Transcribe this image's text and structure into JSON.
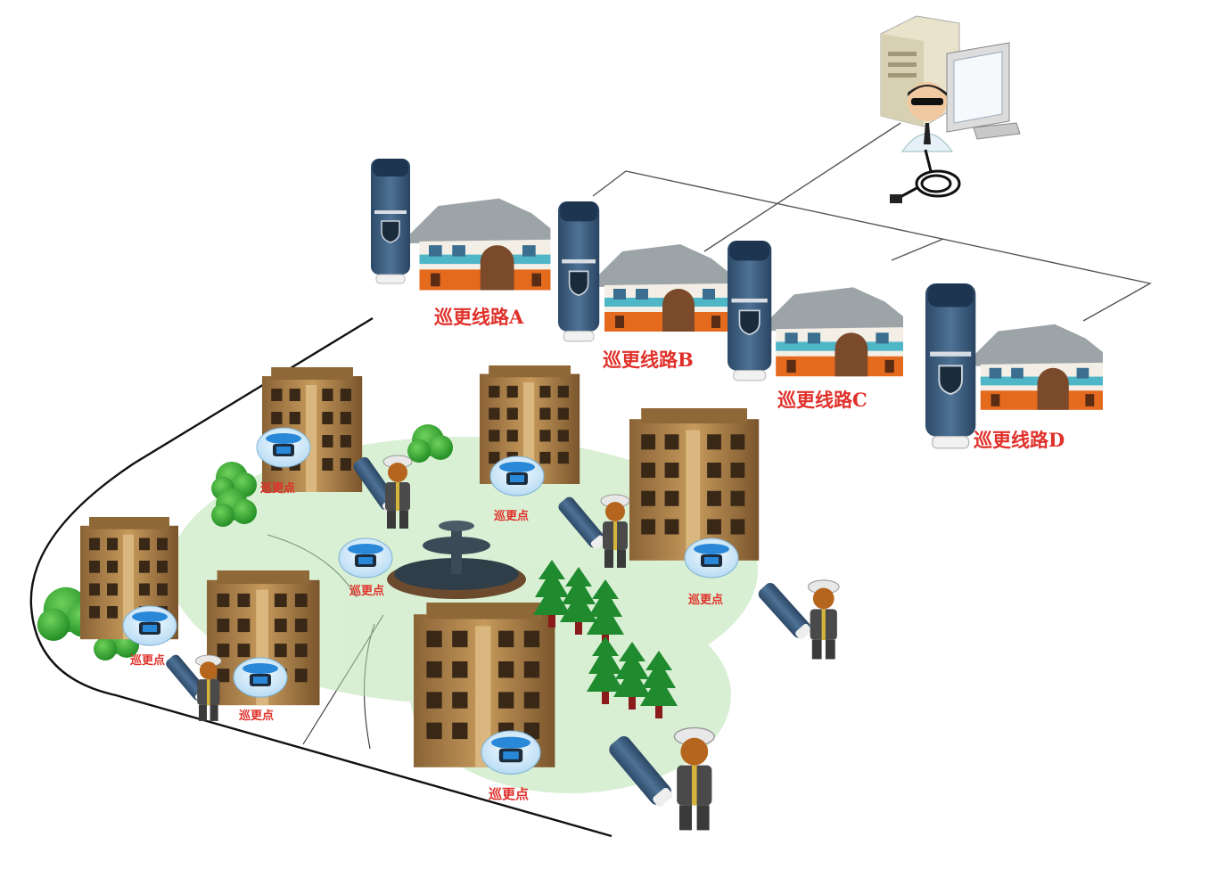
{
  "routes": [
    {
      "label": "巡更线路A"
    },
    {
      "label": "巡更线路B"
    },
    {
      "label": "巡更线路C"
    },
    {
      "label": "巡更线路D"
    }
  ],
  "checkpoint_label": "巡更点",
  "icons": {
    "server": "server-computer-icon",
    "operator": "operator-icon",
    "reader": "patrol-reader-icon",
    "villa": "villa-icon",
    "apartment": "apartment-building-icon",
    "checkpoint": "checkpoint-button-icon",
    "guard": "security-guard-icon",
    "tree": "pine-tree-icon",
    "bush": "bush-icon",
    "fountain": "fountain-icon",
    "cable": "usb-cable-icon"
  },
  "colors": {
    "label_red": "#e0302a",
    "reader_blue": "#3e5f80",
    "checkpoint_blue": "#2a88d8",
    "building_tan": "#b88a4e",
    "villa_orange": "#e46a1e",
    "tree_green": "#1f8a2e",
    "line_gray": "#555555"
  }
}
